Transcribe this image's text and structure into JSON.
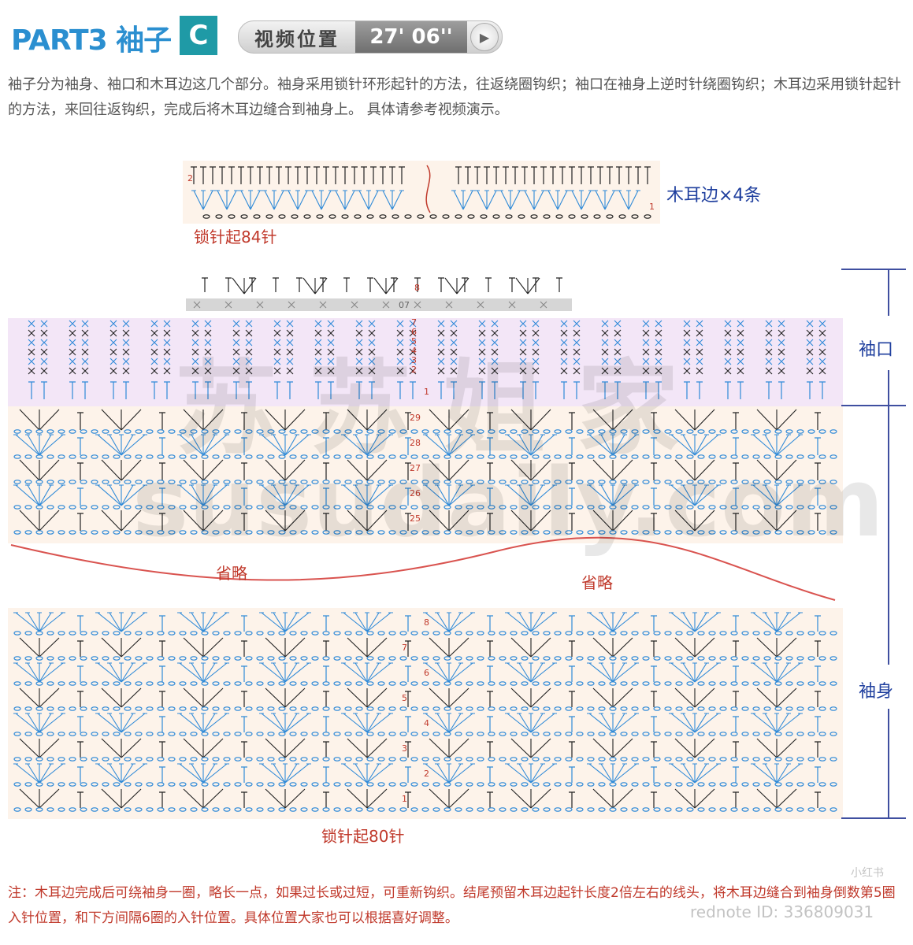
{
  "header": {
    "part_title": "PART3 袖子",
    "badge": "C",
    "video_label": "视频位置",
    "video_time": "27' 06''"
  },
  "intro_text": "袖子分为袖身、袖口和木耳边这几个部分。袖身采用锁针环形起针的方法，往返绕圈钩织；袖口在袖身上逆时针绕圈钩织；木耳边采用锁针起针的方法，来回往返钩织，完成后将木耳边缝合到袖身上。 具体请参考视频演示。",
  "ruffle": {
    "label": "木耳边×4条",
    "chain_label": "锁针起84针",
    "row_numbers": [
      "2",
      "1"
    ]
  },
  "cuff": {
    "label": "袖口",
    "row_numbers": [
      "8",
      "07",
      "7",
      "6",
      "5",
      "4",
      "3",
      "2",
      "1"
    ]
  },
  "body": {
    "label": "袖身",
    "omit_left": "省略",
    "omit_right": "省略",
    "chain_label": "锁针起80针",
    "upper_rows": [
      "29",
      "28",
      "27",
      "26",
      "25"
    ],
    "lower_rows": [
      "8",
      "7",
      "6",
      "5",
      "4",
      "3",
      "2",
      "1"
    ]
  },
  "note_text": "注：木耳边完成后可绕袖身一圈，略长一点，如果过长或过短，可重新钩织。结尾预留木耳边起针长度2倍左右的线头，将木耳边缝合到袖身倒数第5圈入针位置，和下方间隔6圈的入针位置。具体位置大家也可以根据喜好调整。",
  "watermark": {
    "main": "苏苏姐家",
    "url": "susudaily.com",
    "rednote_logo": "小红书",
    "rednote_id": "rednote ID: 336809031"
  },
  "colors": {
    "title_blue": "#2b8fd0",
    "badge_teal": "#1f9aa6",
    "symbol_blue": "#2f8ad8",
    "symbol_dark": "#222222",
    "note_red": "#c0392b",
    "label_navy": "#1f3f9e",
    "body_bg": "#fdf3ea",
    "cuff_bg": "#f3e6f7"
  }
}
